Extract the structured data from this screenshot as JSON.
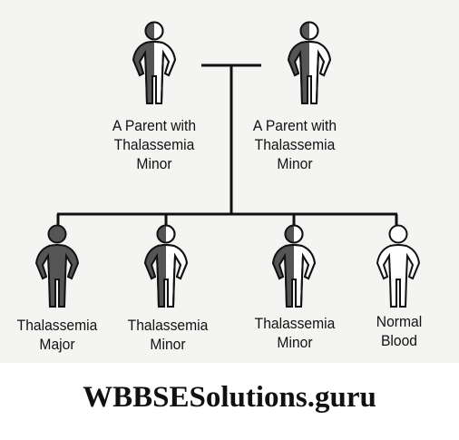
{
  "parents": [
    {
      "line1": "A Parent with",
      "line2": "Thalassemia",
      "line3": "Minor",
      "status": "carrier"
    },
    {
      "line1": "A Parent with",
      "line2": "Thalassemia",
      "line3": "Minor",
      "status": "carrier"
    }
  ],
  "children": [
    {
      "line1": "Thalassemia",
      "line2": "Major",
      "status": "affected"
    },
    {
      "line1": "Thalassemia",
      "line2": "Minor",
      "status": "carrier"
    },
    {
      "line1": "Thalassemia",
      "line2": "Minor",
      "status": "carrier"
    },
    {
      "line1": "Normal",
      "line2": "Blood",
      "status": "normal"
    }
  ],
  "watermark": "WBBSESolutions.guru",
  "colors": {
    "fill_dark": "#555555",
    "line": "#111111",
    "background": "#f4f4f2"
  }
}
